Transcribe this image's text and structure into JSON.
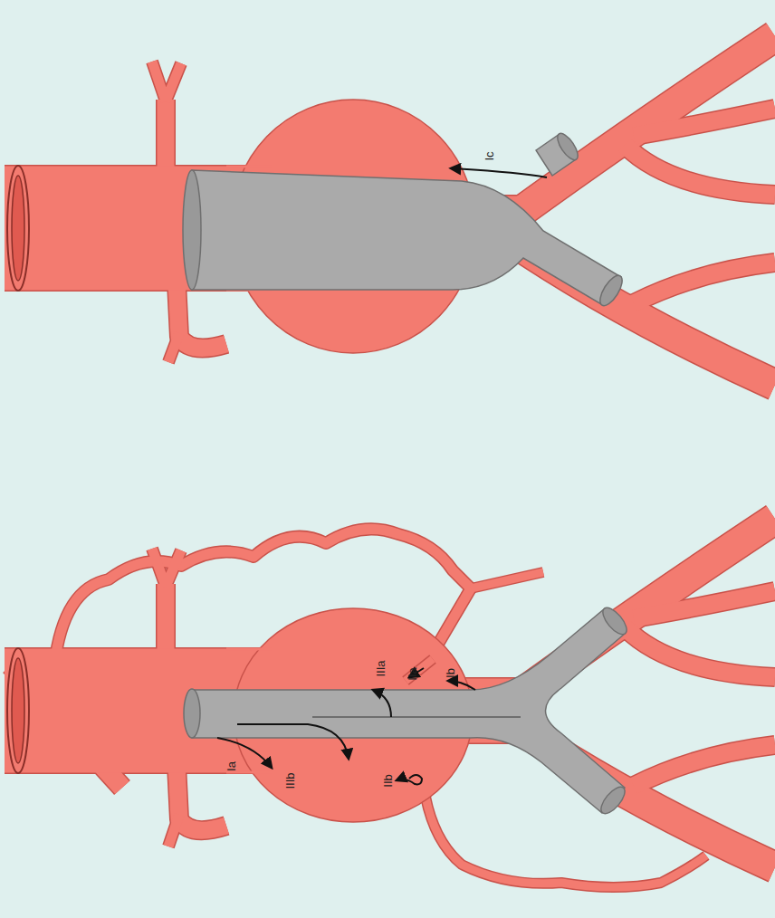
{
  "diagram": {
    "labels": [
      "Ic",
      "IIIa",
      "IIa",
      "Ib",
      "Ia",
      "IIIb",
      "IIb"
    ]
  }
}
